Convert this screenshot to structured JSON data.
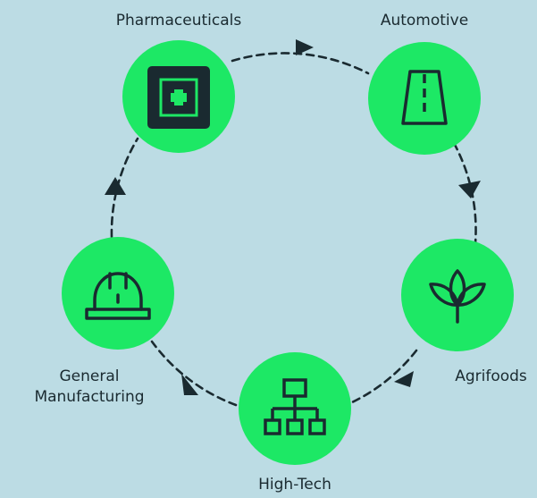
{
  "nodes": [
    {
      "id": "pharmaceuticals",
      "label": "Pharmaceuticals",
      "icon": "medical-cross-icon"
    },
    {
      "id": "automotive",
      "label": "Automotive",
      "icon": "road-icon"
    },
    {
      "id": "agrifoods",
      "label": "Agrifoods",
      "icon": "plant-leaf-icon"
    },
    {
      "id": "high-tech",
      "label": "High-Tech",
      "icon": "network-hierarchy-icon"
    },
    {
      "id": "general-manufacturing",
      "label_line1": "General",
      "label_line2": "Manufacturing",
      "icon": "hard-hat-icon"
    }
  ],
  "colors": {
    "background": "#bcdce4",
    "node_fill": "#1de865",
    "icon_stroke": "#1a2a30",
    "connector": "#1a2a30"
  }
}
